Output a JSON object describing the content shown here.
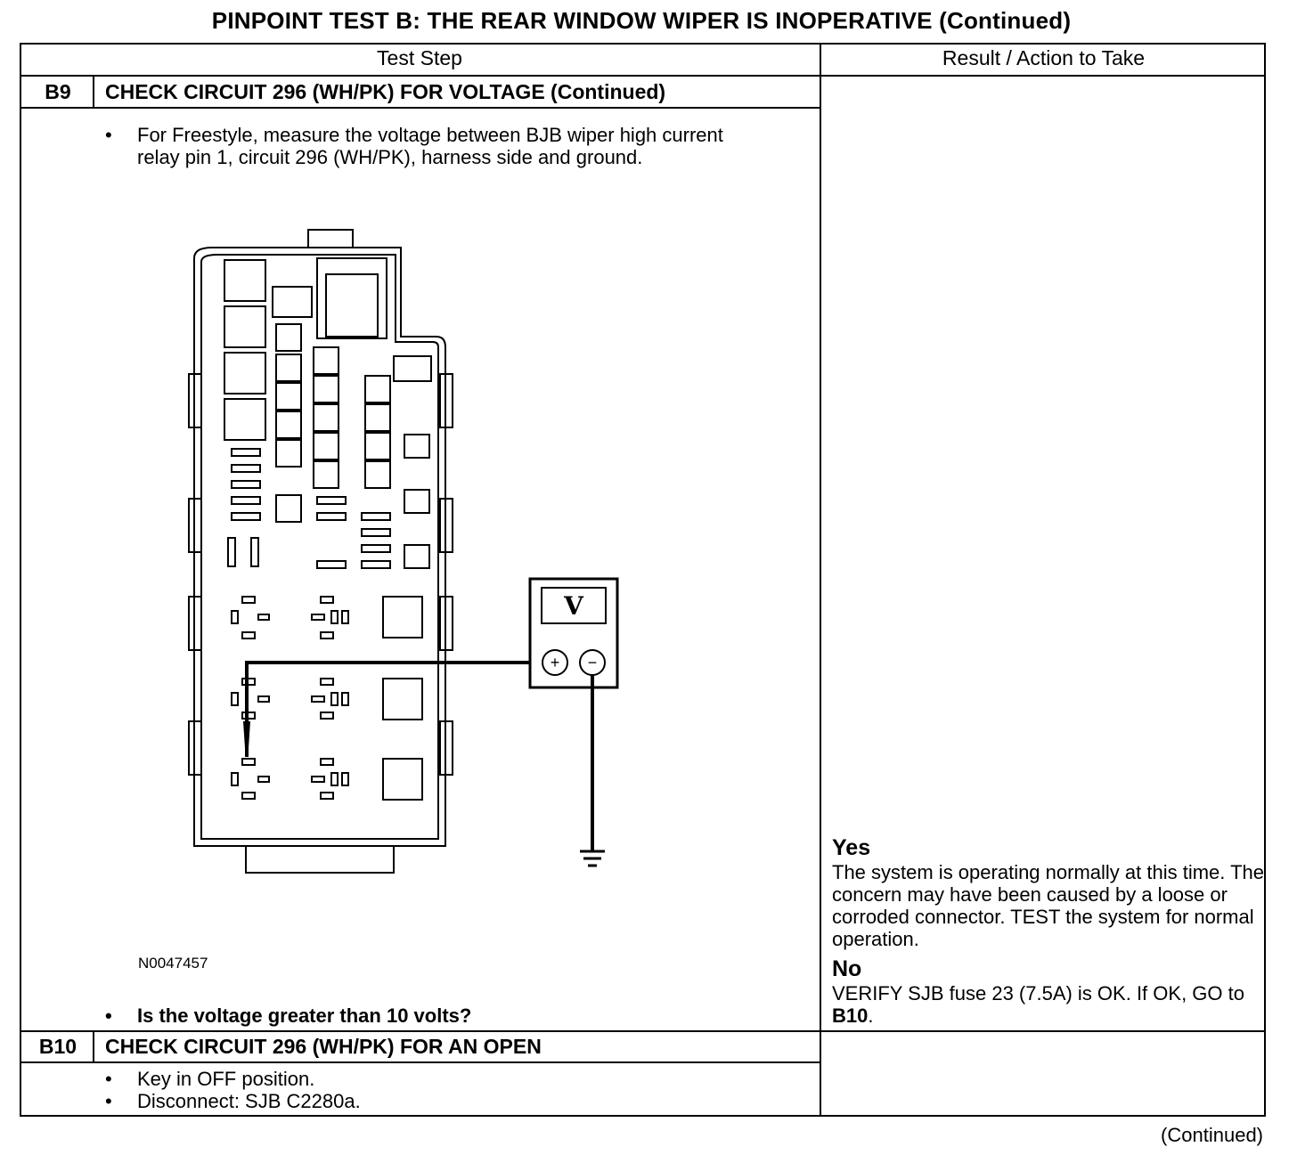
{
  "page": {
    "title": "PINPOINT TEST B: THE REAR WINDOW WIPER IS INOPERATIVE (Continued)",
    "footer": "(Continued)"
  },
  "table": {
    "headers": [
      "Test Step",
      "Result / Action to Take"
    ],
    "steps": [
      {
        "id": "B9",
        "title": "CHECK CIRCUIT 296 (WH/PK) FOR VOLTAGE (Continued)",
        "bullets": [
          "For Freestyle, measure the voltage between BJB wiper high current relay pin 1, circuit 296 (WH/PK), harness side and ground."
        ],
        "figure_id": "N0047457",
        "question": "Is the voltage greater than 10 volts?",
        "results": {
          "yes_label": "Yes",
          "yes_text": "The system is operating normally at this time. The concern may have been caused by a loose or corroded connector. TEST the system for normal operation.",
          "no_label": "No",
          "no_text_before": "VERIFY SJB fuse 23 (7.5A) is OK. If OK, GO to ",
          "no_link": "B10",
          "no_text_after": "."
        }
      },
      {
        "id": "B10",
        "title": "CHECK CIRCUIT 296 (WH/PK) FOR AN OPEN",
        "bullets": [
          "Key in OFF position.",
          "Disconnect: SJB C2280a."
        ]
      }
    ]
  },
  "diagram": {
    "meter_label": "V",
    "plus_symbol": "+",
    "minus_symbol": "−",
    "bullet_symbol": "•"
  }
}
